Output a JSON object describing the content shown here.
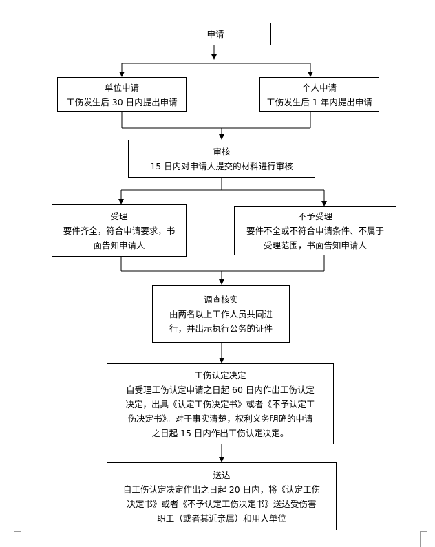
{
  "boxes": {
    "apply": {
      "title": "申请"
    },
    "unit": {
      "title": "单位申请",
      "line1": "工伤发生后 30 日内提出申请"
    },
    "personal": {
      "title": "个人申请",
      "line1": "工伤发生后 1 年内提出申请"
    },
    "review": {
      "title": "审核",
      "line1": "15 日内对申请人提交的材料进行审核"
    },
    "accept": {
      "title": "受理",
      "line1": "要件齐全，符合申请要求，书",
      "line2": "面告知申请人"
    },
    "reject": {
      "title": "不予受理",
      "line1": "要件不全或不符合申请条件、不属于",
      "line2": "受理范围，书面告知申请人"
    },
    "investigate": {
      "title": "调查核实",
      "line1": "由两名以上工作人员共同进",
      "line2": "行，并出示执行公务的证件"
    },
    "decision": {
      "title": "工伤认定决定",
      "line1": "自受理工伤认定申请之日起 60 日内作出工伤认定",
      "line2": "决定，出具《认定工伤决定书》或者《不予认定工",
      "line3": "伤决定书》。对于事实清楚，权利义务明确的申请",
      "line4": "之日起 15 日内作出工伤认定决定。"
    },
    "deliver": {
      "title": "送达",
      "line1": "自工伤认定决定作出之日起 20 日内，将《认定工伤",
      "line2": "决定书》或者《不予认定工伤决定书》送达受伤害",
      "line3": "职工（或者其近亲属）和用人单位"
    }
  },
  "colors": {
    "stroke": "#000000",
    "page_corner": "#999999"
  }
}
